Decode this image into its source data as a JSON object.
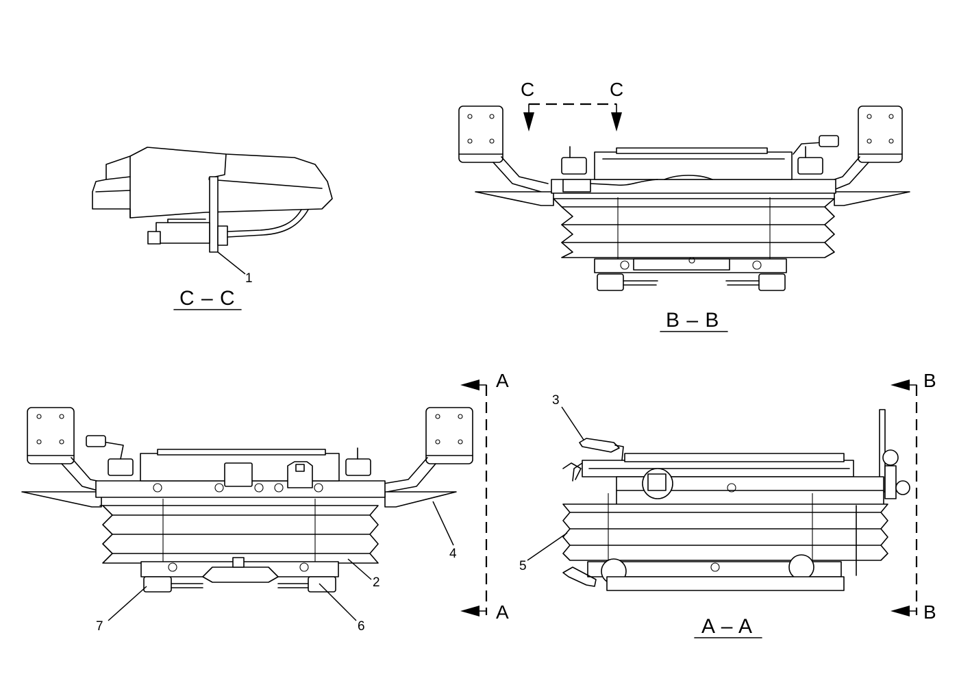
{
  "views": {
    "cc": {
      "title": "C – C",
      "callouts": [
        "1"
      ]
    },
    "bb": {
      "title": "B – B",
      "cut_letter_left": "C",
      "cut_letter_right": "C"
    },
    "front": {
      "cut_letter_top": "A",
      "cut_letter_bottom": "A",
      "callouts": [
        "4",
        "2",
        "6",
        "7"
      ]
    },
    "aa": {
      "title": "A – A",
      "cut_letter_top": "B",
      "cut_letter_bottom": "B",
      "callouts": [
        "3",
        "5"
      ]
    }
  }
}
